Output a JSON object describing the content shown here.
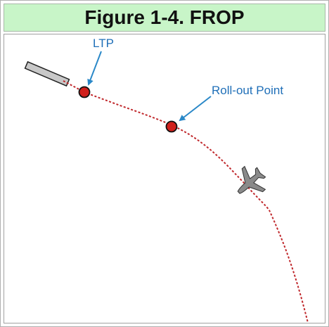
{
  "figure": {
    "title": "Figure 1-4.  FROP"
  },
  "diagram": {
    "labels": {
      "ltp": "LTP",
      "rollout_point": "Roll-out Point"
    },
    "colors": {
      "title_background": "#c8f5c8",
      "flight_path": "#c0282c",
      "marker_fill": "#d0201c",
      "callout_text": "#1f6fb8",
      "callout_arrow": "#2a88c8",
      "runway": "#c8c8c8",
      "aircraft": "#8a8a8a"
    },
    "icons": [
      "runway-icon",
      "airplane-icon"
    ]
  }
}
